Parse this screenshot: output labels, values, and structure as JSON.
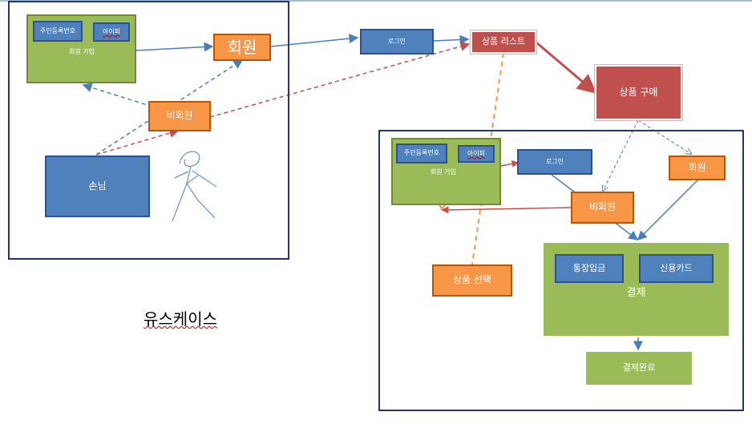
{
  "caption": "유스케이스",
  "left": {
    "signup_box_label": "회원 가입",
    "resident_id_label": "주민등록번호",
    "user_id_label": "아이피",
    "member_label": "회원",
    "nonmember_label": "비회원",
    "guest_label": "손님"
  },
  "top": {
    "login_label": "로그인",
    "product_list_label": "상품 리스트",
    "purchase_label": "상품 구매"
  },
  "right": {
    "signup_box_label": "회원 가입",
    "resident_id_label": "주민등록번호",
    "user_id_label": "아이피",
    "login_label": "로그인",
    "member_label": "회원",
    "nonmember_label": "비회원",
    "select_product_label": "상품 선택",
    "payment_label": "결제",
    "bank_deposit_label": "통장입금",
    "credit_card_label": "신용카드",
    "payment_done_label": "결제완료"
  },
  "colors": {
    "blue": "#4f81bd",
    "orange": "#f79646",
    "red": "#c0504d",
    "green": "#9bbb59",
    "frame": "#1f3864"
  }
}
